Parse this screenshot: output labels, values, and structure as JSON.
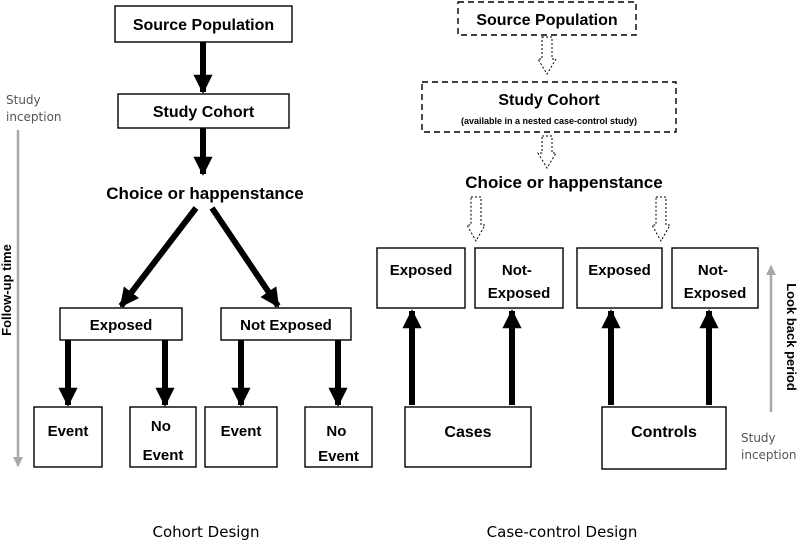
{
  "cohort": {
    "source_population": "Source Population",
    "study_cohort": "Study Cohort",
    "choice": "Choice or happenstance",
    "exposed": "Exposed",
    "not_exposed": "Not Exposed",
    "event_1": "Event",
    "no_event_1": [
      "No",
      "Event"
    ],
    "event_2": "Event",
    "no_event_2": [
      "No",
      "Event"
    ],
    "study_inception": [
      "Study",
      "inception"
    ],
    "follow_up_time": "Follow-up time",
    "caption": "Cohort Design"
  },
  "case_control": {
    "source_population": "Source Population",
    "study_cohort": "Study Cohort",
    "nested_note": "(available in a nested case-control study)",
    "choice": "Choice or happenstance",
    "exposed_cases": "Exposed",
    "not_exposed_cases": [
      "Not-",
      "Exposed"
    ],
    "exposed_controls": "Exposed",
    "not_exposed_controls": [
      "Not-",
      "Exposed"
    ],
    "cases": "Cases",
    "controls": "Controls",
    "look_back_period": "Look back period",
    "study_inception": [
      "Study",
      "inception"
    ],
    "caption": "Case-control Design"
  }
}
